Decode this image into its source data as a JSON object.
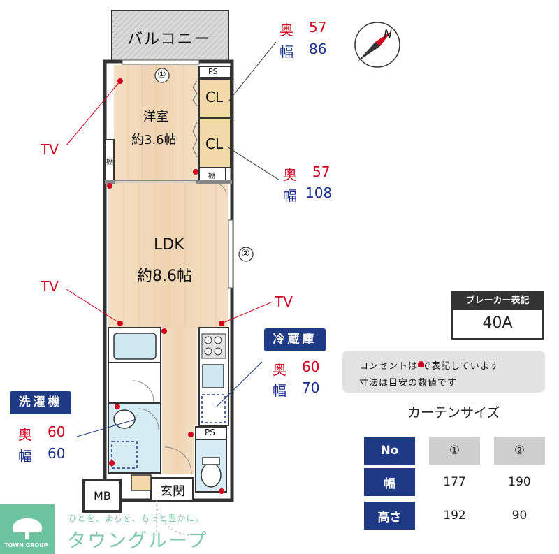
{
  "rooms": {
    "balcony": "バルコニー",
    "western": "洋室",
    "western_size": "約3.6帖",
    "ldk": "LDK",
    "ldk_size": "約8.6帖",
    "cl1": "CL",
    "cl2": "CL",
    "ps1": "PS",
    "ps2": "PS",
    "shelf1": "棚",
    "shelf2": "棚",
    "mb": "MB",
    "entrance": "玄関",
    "window1": "①",
    "window2": "②"
  },
  "tv_labels": [
    "TV",
    "TV",
    "TV"
  ],
  "closet1": {
    "depth_label": "奥",
    "depth": "57",
    "width_label": "幅",
    "width": "86"
  },
  "closet2": {
    "depth_label": "奥",
    "depth": "57",
    "width_label": "幅",
    "width": "108"
  },
  "fridge": {
    "title": "冷蔵庫",
    "depth_label": "奥",
    "depth": "60",
    "width_label": "幅",
    "width": "70"
  },
  "washer": {
    "title": "洗濯機",
    "depth_label": "奥",
    "depth": "60",
    "width_label": "幅",
    "width": "60"
  },
  "breaker": {
    "title": "ブレーカー表記",
    "value": "40A"
  },
  "legend": {
    "line1": "コンセントは で表記しています",
    "line2": "寸法は目安の数値です"
  },
  "curtain": {
    "title": "カーテンサイズ",
    "header": [
      "No",
      "①",
      "②"
    ],
    "rows": [
      {
        "label": "幅",
        "values": [
          "177",
          "190"
        ]
      },
      {
        "label": "高さ",
        "values": [
          "192",
          "90"
        ]
      }
    ]
  },
  "compass": {
    "north": "N"
  },
  "brand": {
    "tagline": "ひとを、まちを、もっと豊かに。",
    "name": "タウングループ",
    "logo_text": "TOWN GROUP"
  },
  "colors": {
    "accent_red": "#d2001e",
    "navy": "#1f3a85",
    "floor": "#f2dcc0"
  }
}
